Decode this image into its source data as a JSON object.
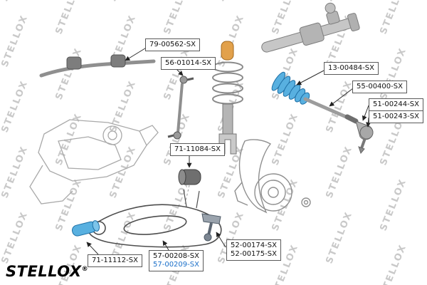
{
  "brand": {
    "logo_text": "STELLOX",
    "registered_mark": "®",
    "watermark_text": "STELLOX"
  },
  "colors": {
    "highlight_link": "#1a6fc9"
  },
  "diagram": {
    "labels": {
      "stabilizer_bushing": "79-00562-SX",
      "stabilizer_link": "56-01014-SX",
      "steering_bellow": "13-00484-SX",
      "axial_joint": "55-00400-SX",
      "tie_rod_end_a": "51-00244-SX",
      "tie_rod_end_b": "51-00243-SX",
      "control_arm_bushing": "71-11084-SX",
      "ball_joint_a": "52-00174-SX",
      "ball_joint_b": "52-00175-SX",
      "control_arm_sleeve": "71-11112-SX",
      "control_arm_a": "57-00208-SX",
      "control_arm_b": "57-00209-SX"
    }
  }
}
